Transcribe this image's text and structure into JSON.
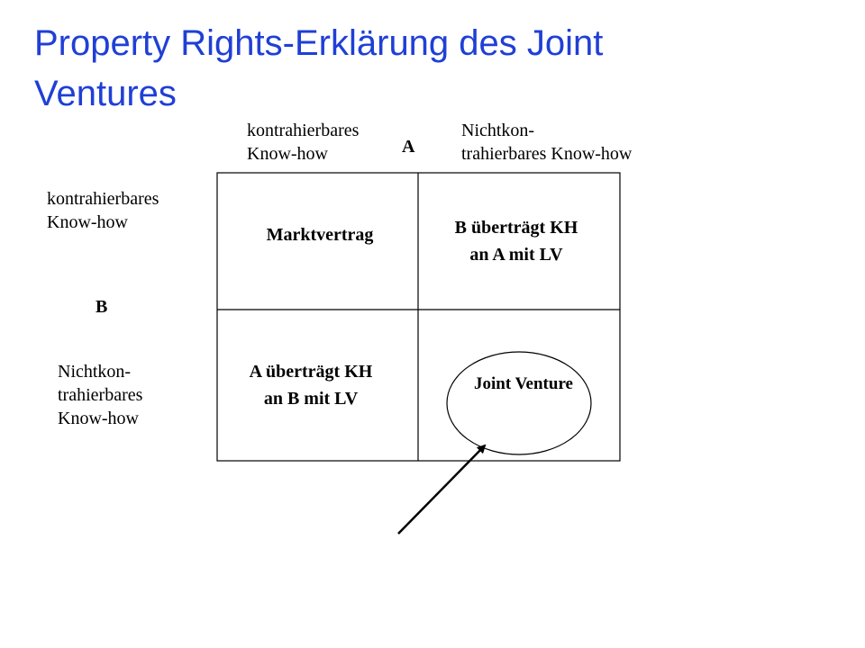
{
  "title": "Property Rights-Erklärung des Joint Ventures",
  "column_header": {
    "axis": "A",
    "left_label_line1": "kontrahierbares",
    "left_label_line2": "Know-how",
    "right_label_line1": "Nichtkon-",
    "right_label_line2": "trahierbares Know-how"
  },
  "row_header": {
    "axis": "B",
    "top_label_line1": "kontrahierbares",
    "top_label_line2": "Know-how",
    "bottom_label_line1": "Nichtkon-",
    "bottom_label_line2": "trahierbares",
    "bottom_label_line3": "Know-how"
  },
  "cells": {
    "top_left": "Marktvertrag",
    "top_right_line1": "B überträgt KH",
    "top_right_line2": "an A mit LV",
    "bottom_left_line1": "A überträgt KH",
    "bottom_left_line2": "an B mit LV",
    "bottom_right": "Joint Venture"
  }
}
